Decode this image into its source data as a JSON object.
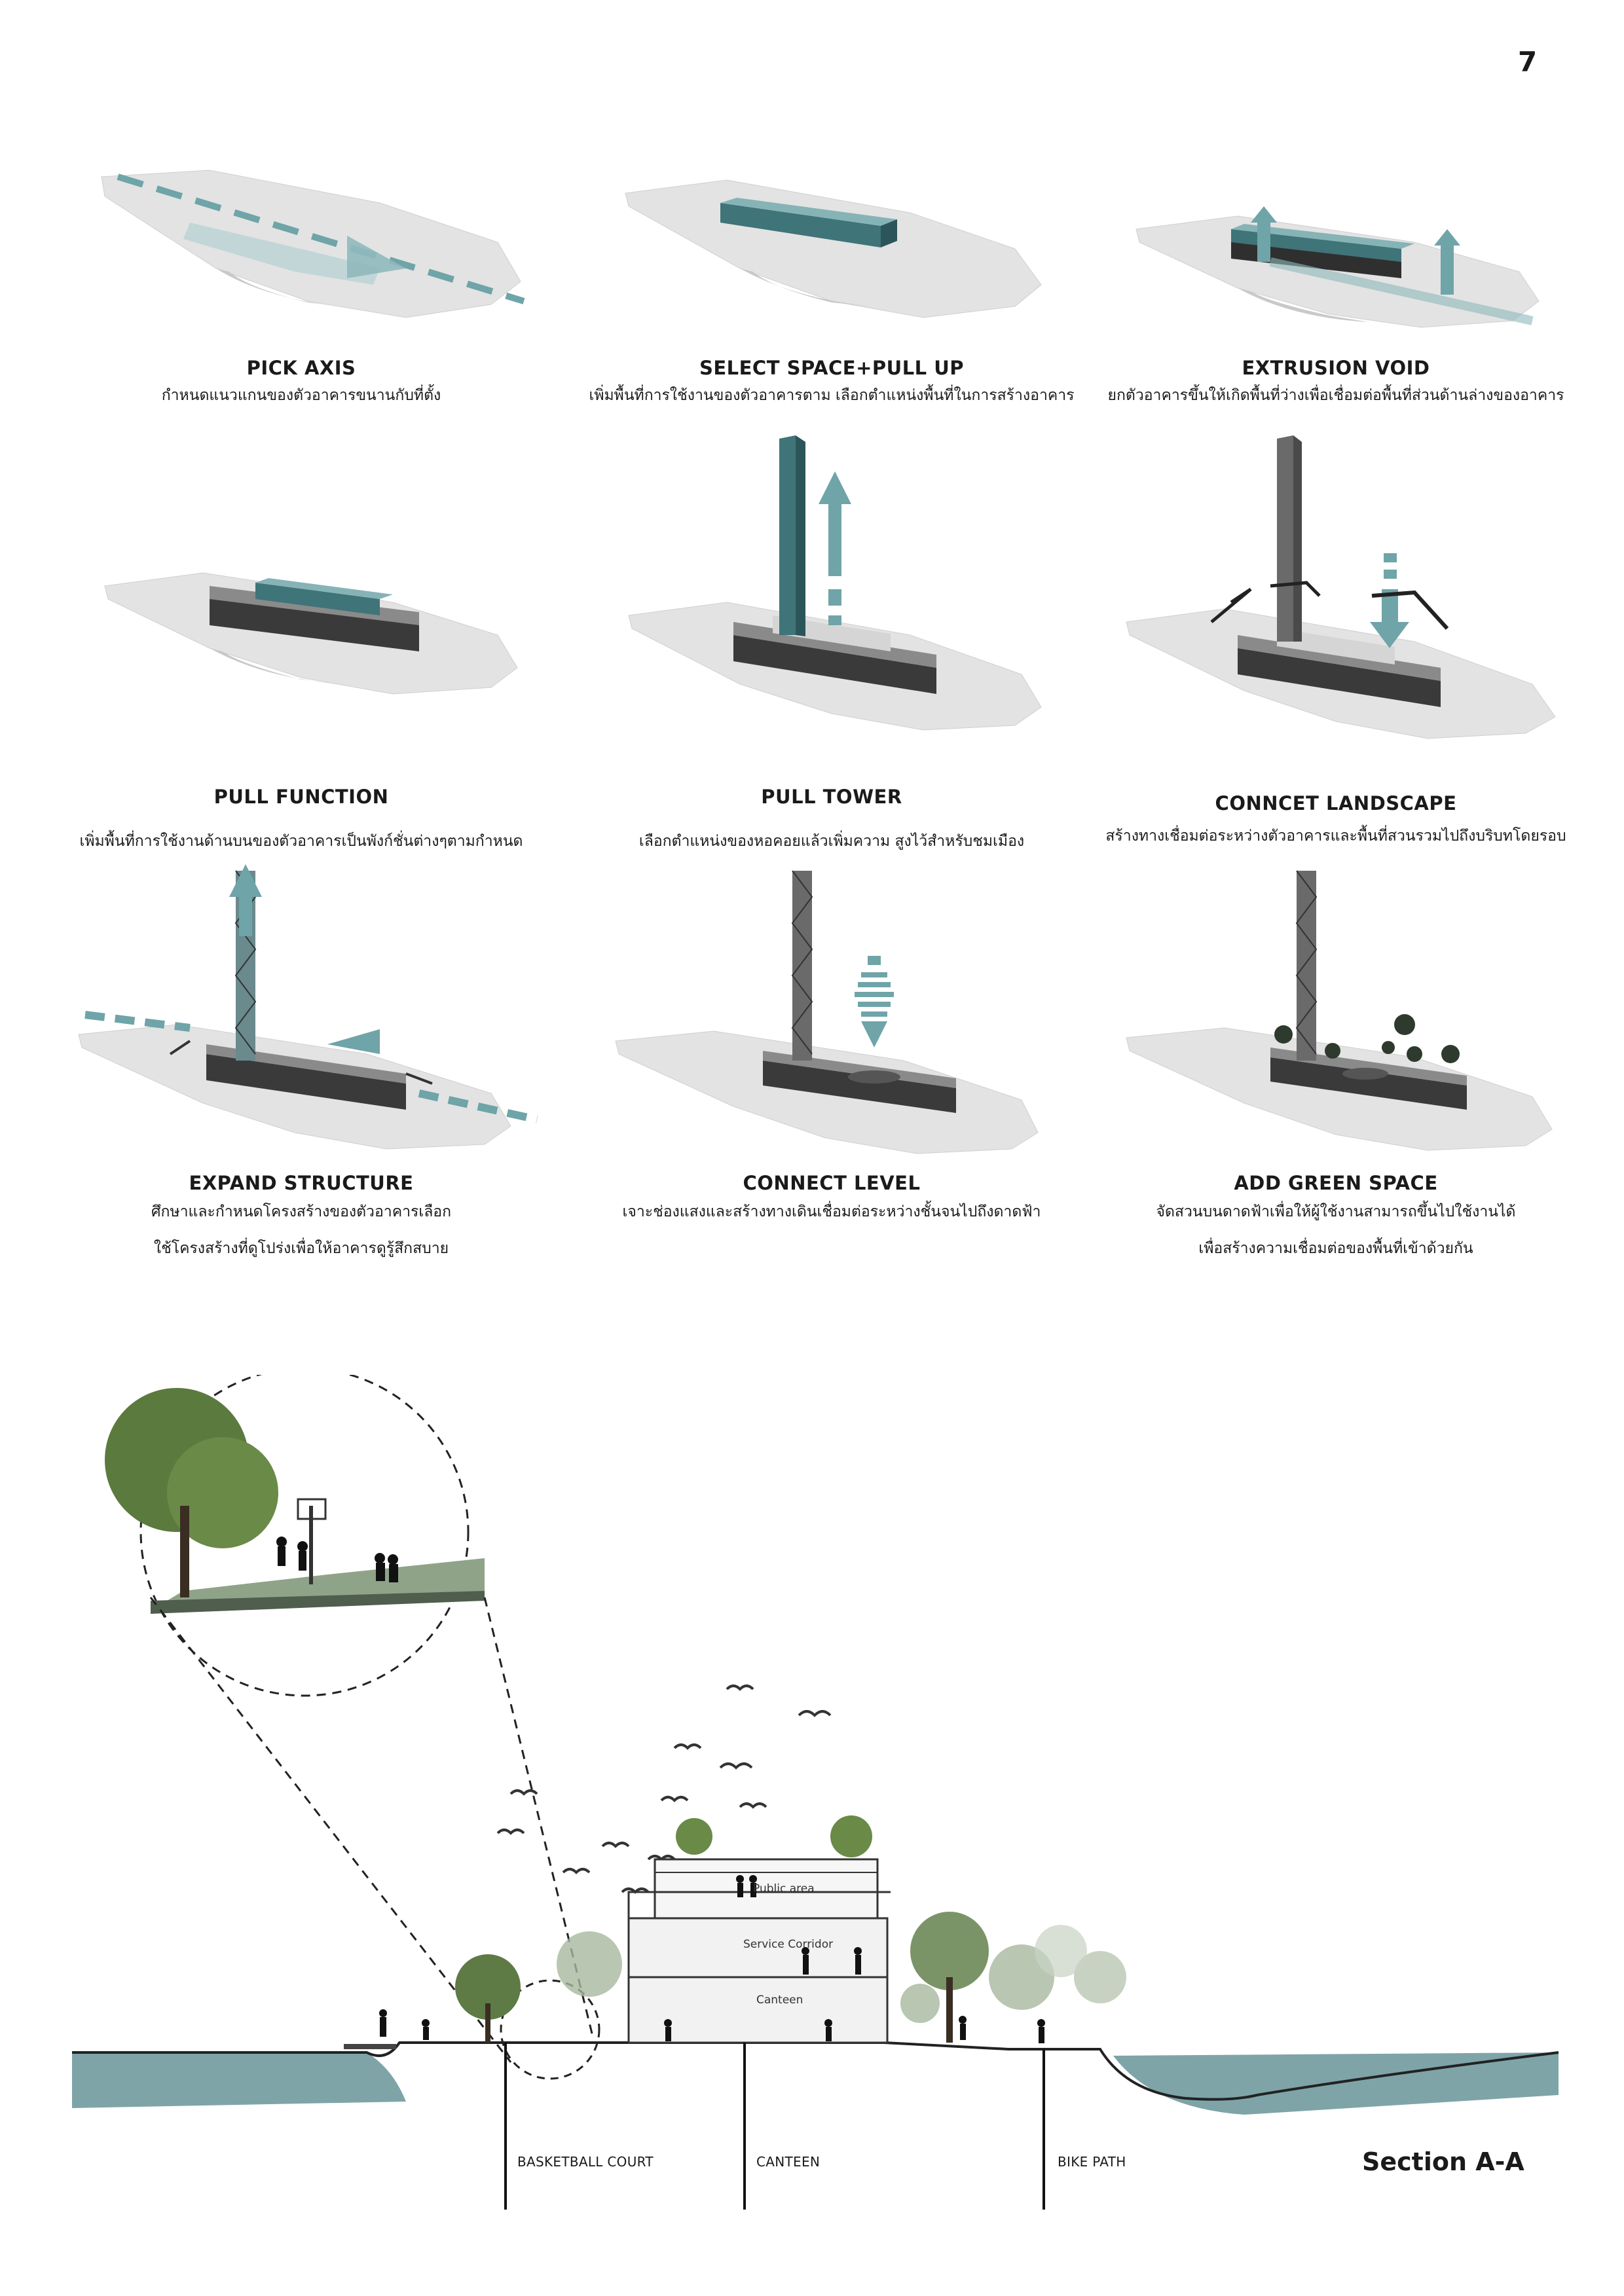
{
  "page_number": "7",
  "accent_color": "#6fa4a8",
  "steps": [
    {
      "title": "PICK AXIS",
      "desc": [
        "กำหนดแนวแกนของตัวอาคารขนานกับที่ตั้ง"
      ]
    },
    {
      "title": "SELECT SPACE+PULL UP",
      "desc": [
        "เพิ่มพื้นที่การใช้งานของตัวอาคารตาม เลือกตำแหน่งพื้นที่ในการสร้างอาคาร"
      ]
    },
    {
      "title": "EXTRUSION VOID",
      "desc": [
        "ยกตัวอาคารขึ้นให้เกิดพื้นที่ว่างเพื่อเชื่อมต่อพื้นที่ส่วนด้านล่างของอาคาร"
      ]
    },
    {
      "title": "PULL FUNCTION",
      "desc": [
        "เพิ่มพื้นที่การใช้งานด้านบนของตัวอาคารเป็นพังก์ชั่นต่างๆตามกำหนด"
      ]
    },
    {
      "title": "PULL TOWER",
      "desc": [
        "เลือกตำแหน่งของหอคอยแล้วเพิ่มความ สูงไว้สำหรับชมเมือง"
      ]
    },
    {
      "title": "CONNCET LANDSCAPE",
      "desc": [
        "สร้างทางเชื่อมต่อระหว่างตัวอาคารและพื้นที่สวนรวมไปถึงบริบทโดยรอบ"
      ]
    },
    {
      "title": "EXPAND STRUCTURE",
      "desc": [
        "ศึกษาและกำหนดโครงสร้างของตัวอาคารเลือก",
        "ใช้โครงสร้างที่ดูโปร่งเพื่อให้อาคารดูรู้สึกสบาย"
      ]
    },
    {
      "title": "CONNECT LEVEL",
      "desc": [
        "เจาะช่องแสงและสร้างทางเดินเชื่อมต่อระหว่างชั้นจนไปถึงดาดฟ้า"
      ]
    },
    {
      "title": "ADD GREEN SPACE",
      "desc": [
        "จัดสวนบนดาดฟ้าเพื่อให้ผู้ใช้งานสามารถขึ้นไปใช้งานได้",
        "เพื่อสร้างความเชื่อมต่อของพื้นที่เข้าด้วยกัน"
      ]
    }
  ],
  "section": {
    "title": "Section A-A",
    "floor_labels": [
      "Public area",
      "Service Corridor",
      "Canteen"
    ],
    "ground_labels": [
      "BASKETBALL COURT",
      "CANTEEN",
      "BIKE PATH"
    ]
  }
}
